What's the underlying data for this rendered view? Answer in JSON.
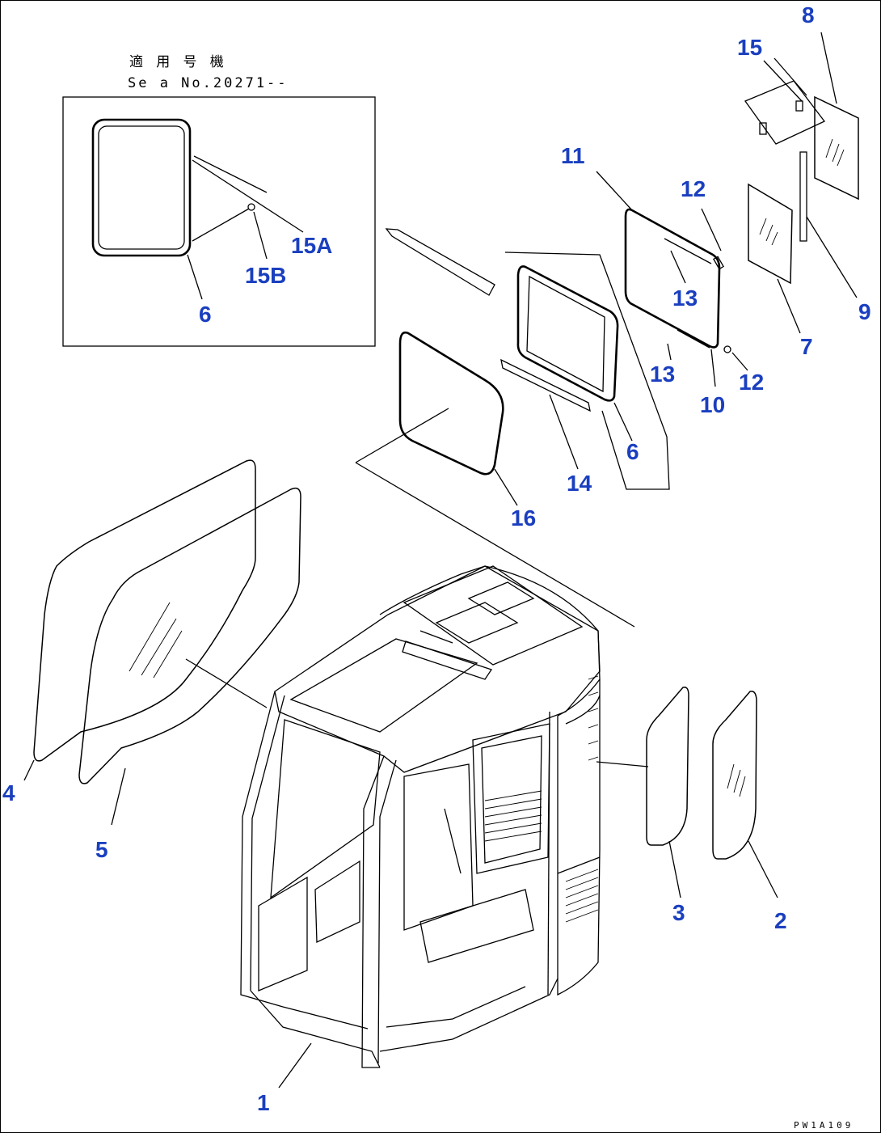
{
  "notes": {
    "applicable_jp": "適 用 号 機",
    "serial_no": "Se  a  No.20271--",
    "drawing_code": "PW1A109"
  },
  "callouts": [
    {
      "id": "c1",
      "label": "1"
    },
    {
      "id": "c2",
      "label": "2"
    },
    {
      "id": "c3",
      "label": "3"
    },
    {
      "id": "c4",
      "label": "4"
    },
    {
      "id": "c5",
      "label": "5"
    },
    {
      "id": "c6a",
      "label": "6"
    },
    {
      "id": "c6b",
      "label": "6"
    },
    {
      "id": "c7",
      "label": "7"
    },
    {
      "id": "c8",
      "label": "8"
    },
    {
      "id": "c9",
      "label": "9"
    },
    {
      "id": "c10",
      "label": "10"
    },
    {
      "id": "c11",
      "label": "11"
    },
    {
      "id": "c12a",
      "label": "12"
    },
    {
      "id": "c12b",
      "label": "12"
    },
    {
      "id": "c13a",
      "label": "13"
    },
    {
      "id": "c13b",
      "label": "13"
    },
    {
      "id": "c14",
      "label": "14"
    },
    {
      "id": "c15",
      "label": "15"
    },
    {
      "id": "c15a",
      "label": "15A"
    },
    {
      "id": "c15b",
      "label": "15B"
    },
    {
      "id": "c16",
      "label": "16"
    }
  ],
  "colors": {
    "callout": "#1a3fbf",
    "line": "#000000",
    "background": "#ffffff"
  }
}
